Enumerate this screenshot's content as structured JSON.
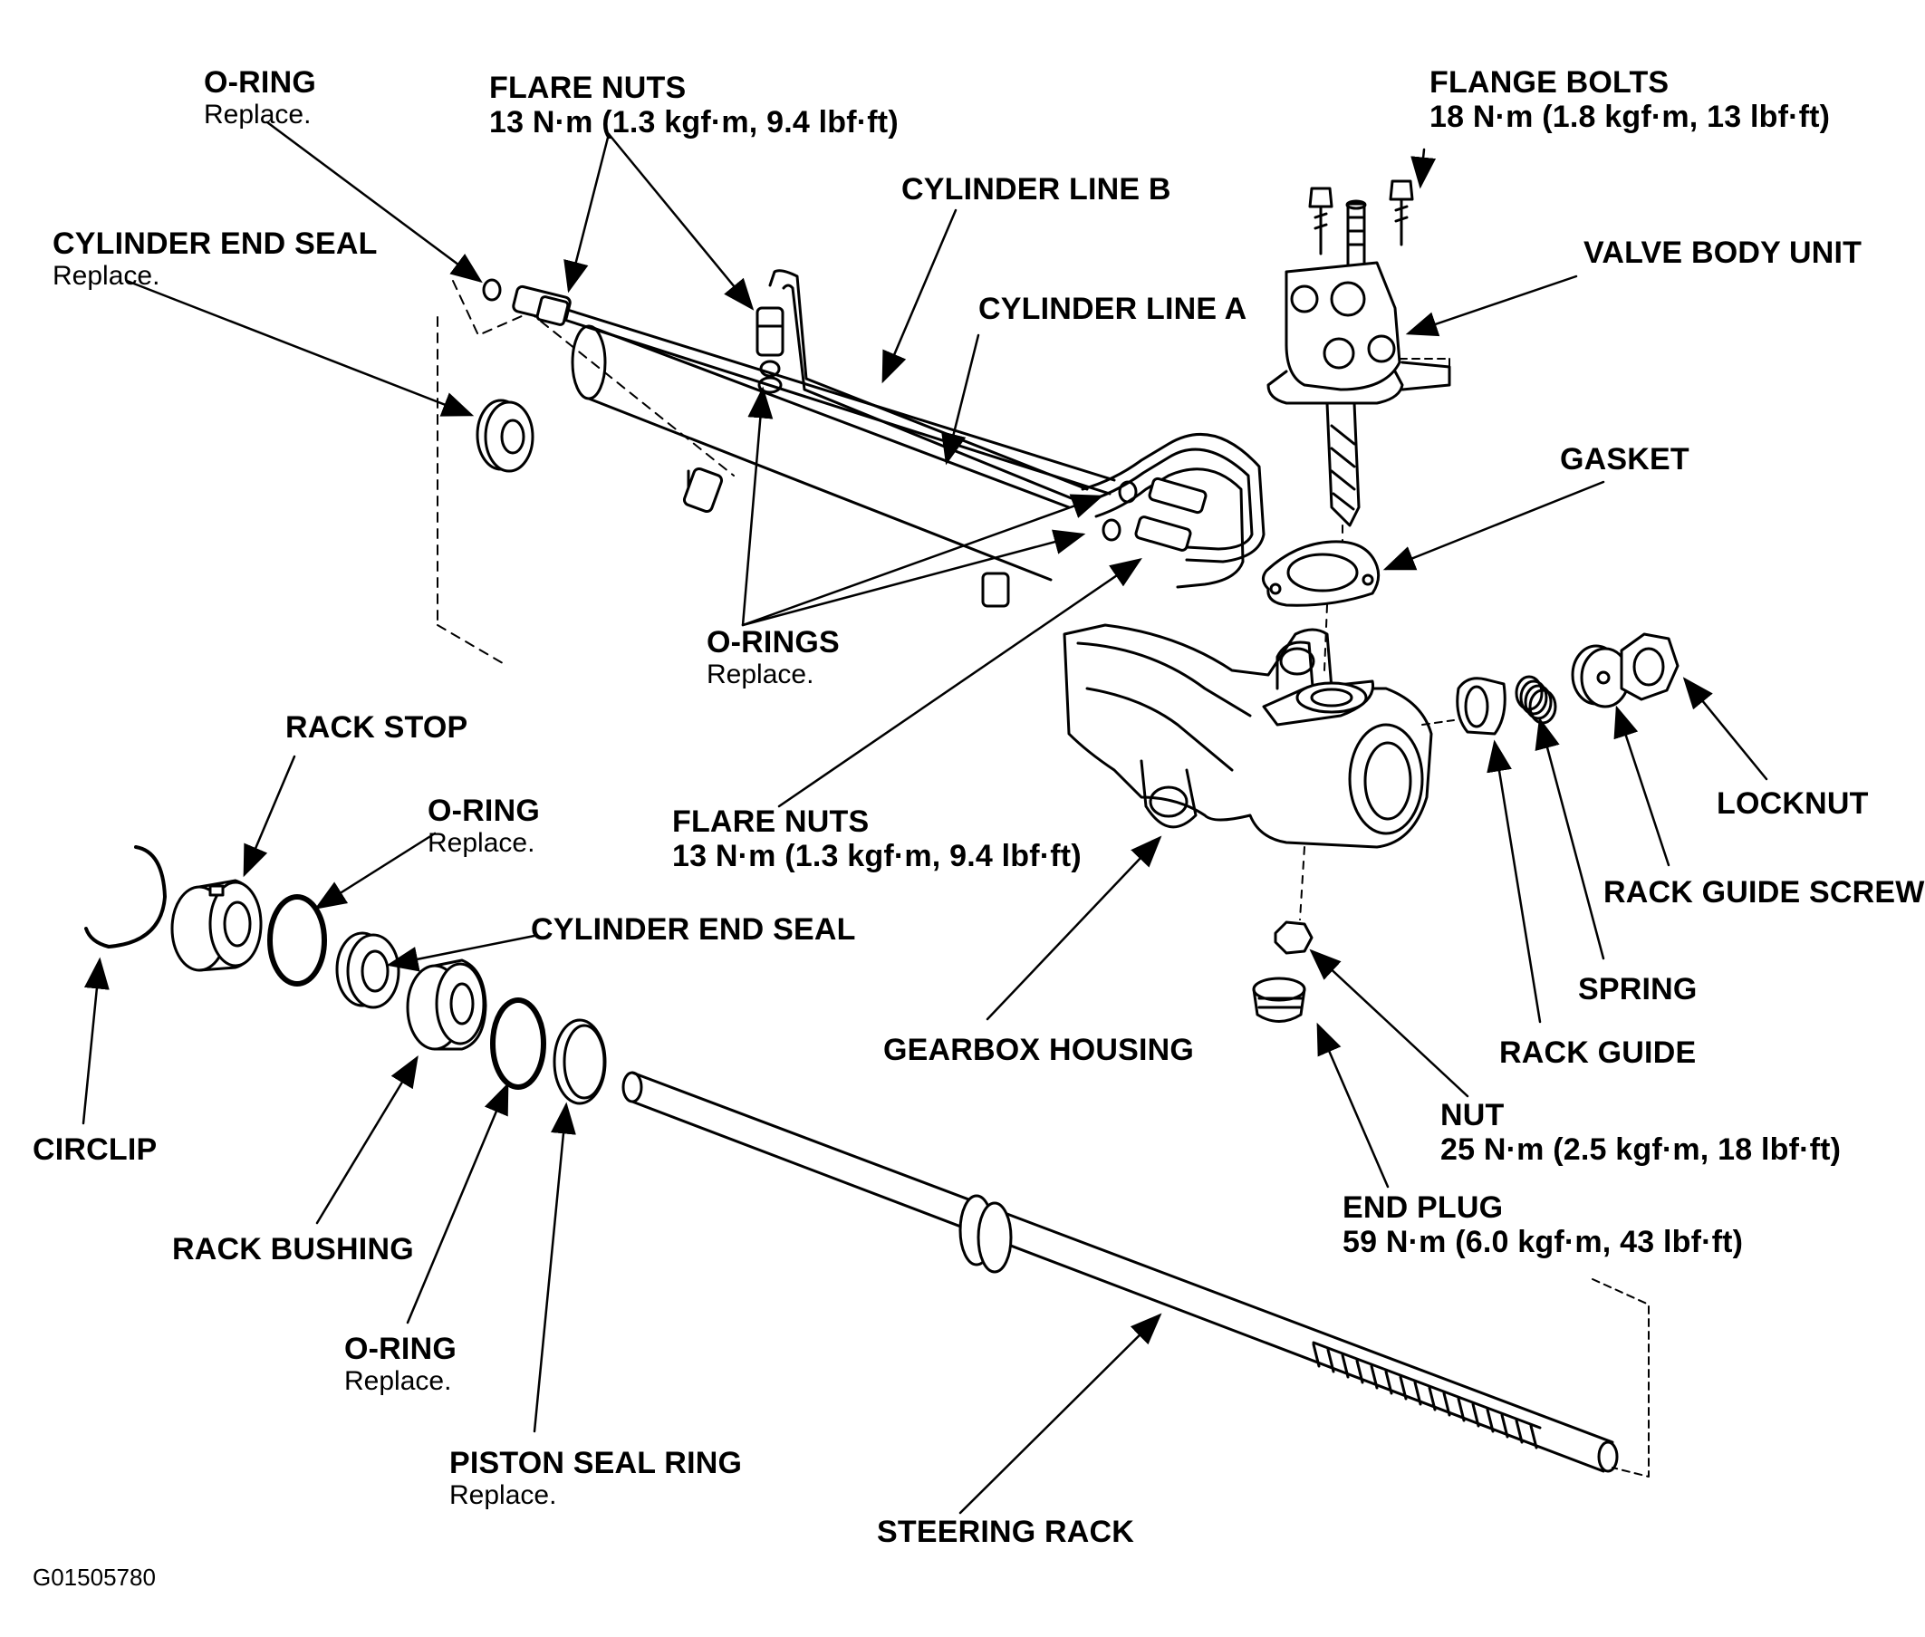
{
  "figure_code": "G01505780",
  "labels": {
    "o_ring_top": {
      "title": "O-RING",
      "sub": "Replace."
    },
    "flare_nuts_top": {
      "title": "FLARE NUTS",
      "sub": "13 N·m (1.3 kgf·m, 9.4 lbf·ft)"
    },
    "cylinder_line_b": {
      "title": "CYLINDER LINE B"
    },
    "flange_bolts": {
      "title": "FLANGE BOLTS",
      "sub": "18 N·m (1.8 kgf·m, 13 lbf·ft)"
    },
    "valve_body_unit": {
      "title": "VALVE BODY UNIT"
    },
    "cylinder_end_seal_top": {
      "title": "CYLINDER END SEAL",
      "sub": "Replace."
    },
    "cylinder_line_a": {
      "title": "CYLINDER LINE A"
    },
    "gasket": {
      "title": "GASKET"
    },
    "o_rings": {
      "title": "O-RINGS",
      "sub": "Replace."
    },
    "rack_stop": {
      "title": "RACK STOP"
    },
    "o_ring_mid": {
      "title": "O-RING",
      "sub": "Replace."
    },
    "flare_nuts_mid": {
      "title": "FLARE NUTS",
      "sub": "13 N·m (1.3 kgf·m, 9.4 lbf·ft)"
    },
    "locknut": {
      "title": "LOCKNUT"
    },
    "rack_guide_screw": {
      "title": "RACK GUIDE SCREW"
    },
    "cylinder_end_seal_mid": {
      "title": "CYLINDER END SEAL"
    },
    "spring": {
      "title": "SPRING"
    },
    "gearbox_housing": {
      "title": "GEARBOX HOUSING"
    },
    "rack_guide": {
      "title": "RACK GUIDE"
    },
    "circlip": {
      "title": "CIRCLIP"
    },
    "nut": {
      "title": "NUT",
      "sub": "25 N·m (2.5 kgf·m, 18 lbf·ft)"
    },
    "end_plug": {
      "title": "END PLUG",
      "sub": "59 N·m (6.0 kgf·m, 43 lbf·ft)"
    },
    "rack_bushing": {
      "title": "RACK BUSHING"
    },
    "o_ring_bottom": {
      "title": "O-RING",
      "sub": "Replace."
    },
    "piston_seal_ring": {
      "title": "PISTON SEAL RING",
      "sub": "Replace."
    },
    "steering_rack": {
      "title": "STEERING RACK"
    }
  }
}
